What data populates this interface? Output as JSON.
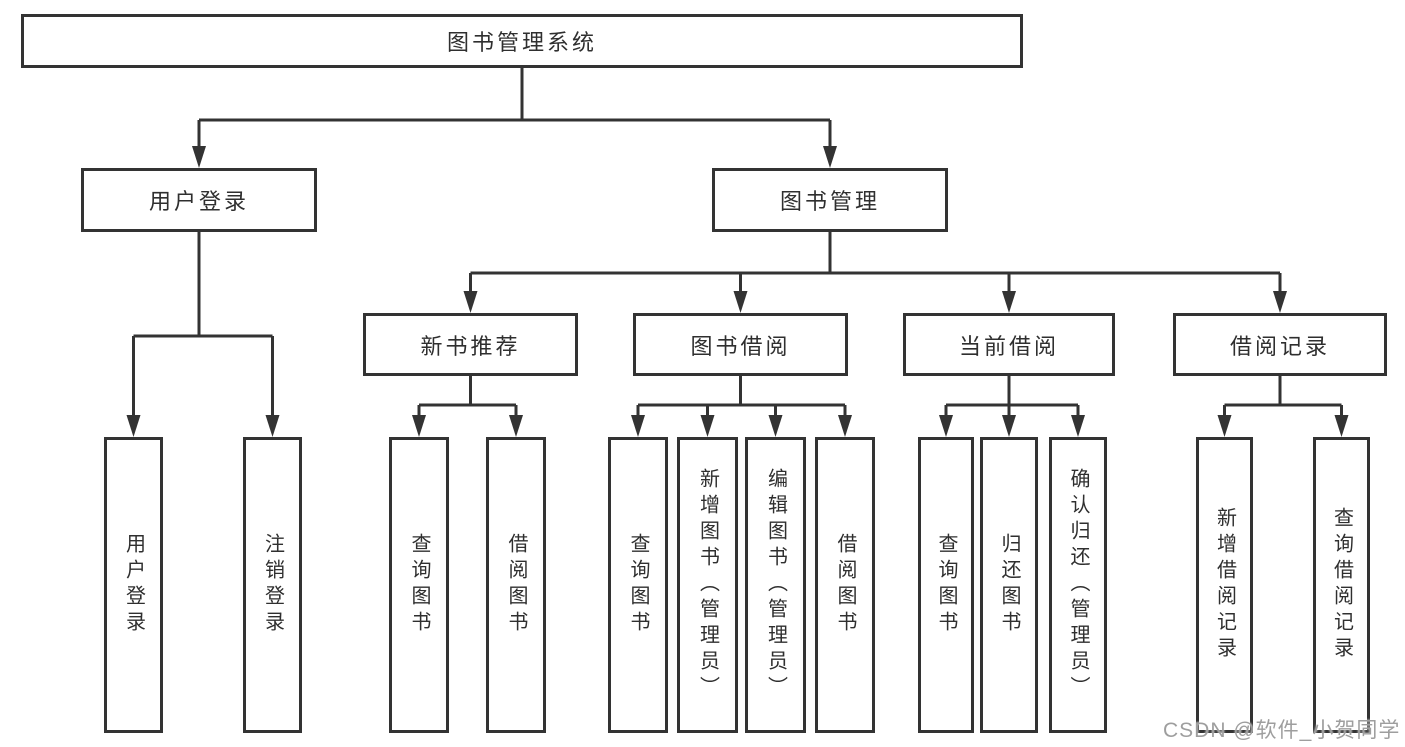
{
  "tree": {
    "label": "图书管理系统",
    "children": [
      {
        "label": "用户登录",
        "children": [
          {
            "label": "用户登录"
          },
          {
            "label": "注销登录"
          }
        ]
      },
      {
        "label": "图书管理",
        "children": [
          {
            "label": "新书推荐",
            "children": [
              {
                "label": "查询图书"
              },
              {
                "label": "借阅图书"
              }
            ]
          },
          {
            "label": "图书借阅",
            "children": [
              {
                "label": "查询图书"
              },
              {
                "label": "新增图书（管理员）"
              },
              {
                "label": "编辑图书（管理员）"
              },
              {
                "label": "借阅图书"
              }
            ]
          },
          {
            "label": "当前借阅",
            "children": [
              {
                "label": "查询图书"
              },
              {
                "label": "归还图书"
              },
              {
                "label": "确认归还（管理员）"
              }
            ]
          },
          {
            "label": "借阅记录",
            "children": [
              {
                "label": "新增借阅记录"
              },
              {
                "label": "查询借阅记录"
              }
            ]
          }
        ]
      }
    ]
  },
  "watermark": {
    "text": "CSDN @软件_小贺同学"
  },
  "colors": {
    "line": "#333333",
    "border": "#333333",
    "text": "#2f2f2f",
    "background": "#ffffff",
    "watermark": "#9e9e9e"
  }
}
